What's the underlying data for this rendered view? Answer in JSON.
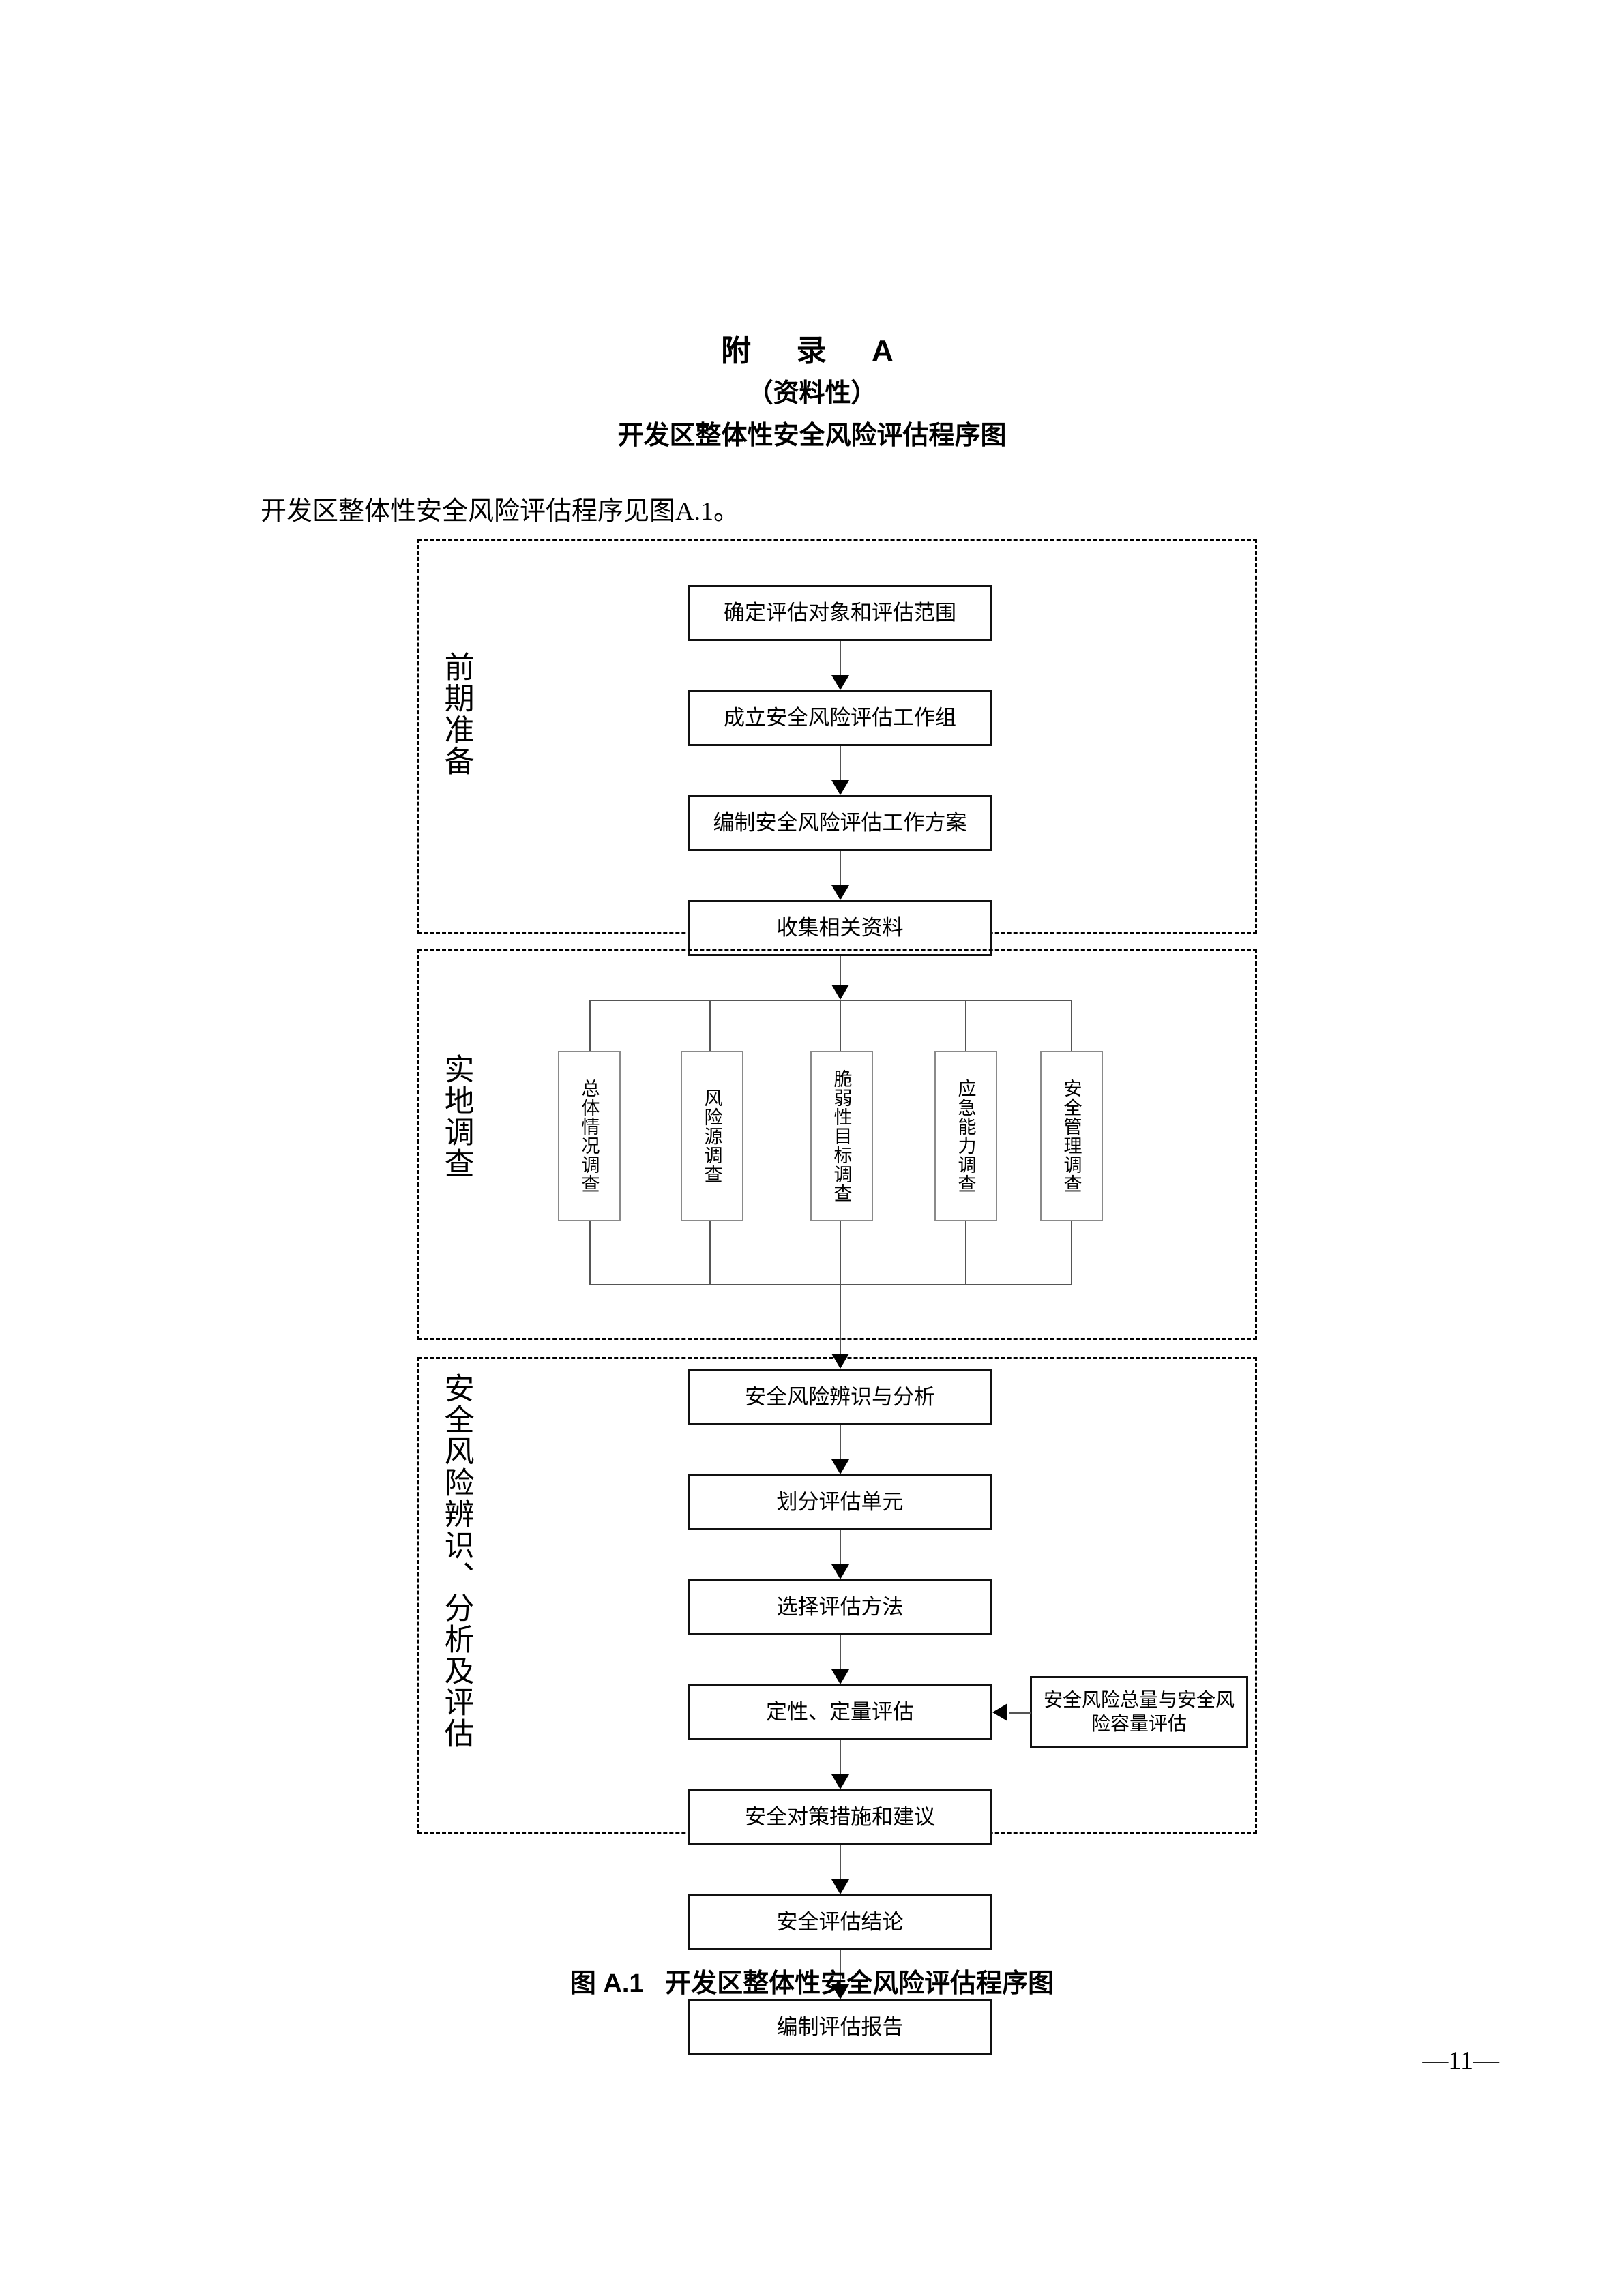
{
  "document": {
    "appendix_title": "附  录  A",
    "appendix_subtitle": "（资料性）",
    "appendix_name": "开发区整体性安全风险评估程序图",
    "intro_text": "开发区整体性安全风险评估程序见图A.1。",
    "figure_caption": "图 A.1   开发区整体性安全风险评估程序图",
    "page_number": "—11—"
  },
  "flowchart": {
    "type": "flowchart",
    "title": "开发区整体性安全风险评估程序图",
    "stages": [
      {
        "label": "前期准备",
        "nodes": [
          "确定评估对象和评估范围",
          "成立安全风险评估工作组",
          "编制安全风险评估工作方案",
          "收集相关资料"
        ]
      },
      {
        "label": "实地调查",
        "nodes": [
          "总体情况调查",
          "风险源调查",
          "脆弱性目标调查",
          "应急能力调查",
          "安全管理调查"
        ]
      },
      {
        "label": "安全风险辨识、分析及评估",
        "nodes": [
          "安全风险辨识与分析",
          "划分评估单元",
          "选择评估方法",
          "定性、定量评估",
          "安全对策措施和建议",
          "安全评估结论"
        ],
        "side_node": "安全风险总量与安全风险容量评估"
      }
    ],
    "final_node": "编制评估报告"
  }
}
